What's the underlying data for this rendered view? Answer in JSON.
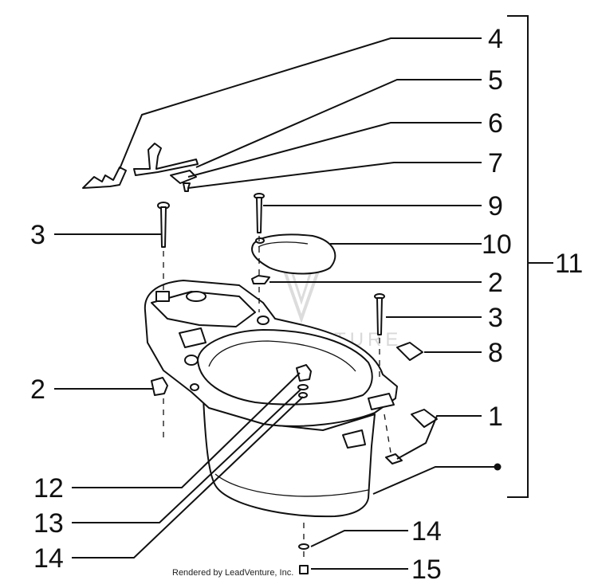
{
  "diagram": {
    "callouts": [
      {
        "id": "c4",
        "label": "4"
      },
      {
        "id": "c5",
        "label": "5"
      },
      {
        "id": "c6",
        "label": "6"
      },
      {
        "id": "c7",
        "label": "7"
      },
      {
        "id": "c9",
        "label": "9"
      },
      {
        "id": "c10",
        "label": "10"
      },
      {
        "id": "c2a",
        "label": "2"
      },
      {
        "id": "c3a",
        "label": "3"
      },
      {
        "id": "c8",
        "label": "8"
      },
      {
        "id": "c1",
        "label": "1"
      },
      {
        "id": "c14a",
        "label": "14"
      },
      {
        "id": "c15",
        "label": "15"
      },
      {
        "id": "c3b",
        "label": "3"
      },
      {
        "id": "c2b",
        "label": "2"
      },
      {
        "id": "c12",
        "label": "12"
      },
      {
        "id": "c13",
        "label": "13"
      },
      {
        "id": "c14b",
        "label": "14"
      },
      {
        "id": "c11",
        "label": "11"
      }
    ],
    "watermark": "LEADVENTURE",
    "credit": "Rendered by LeadVenture, Inc."
  }
}
